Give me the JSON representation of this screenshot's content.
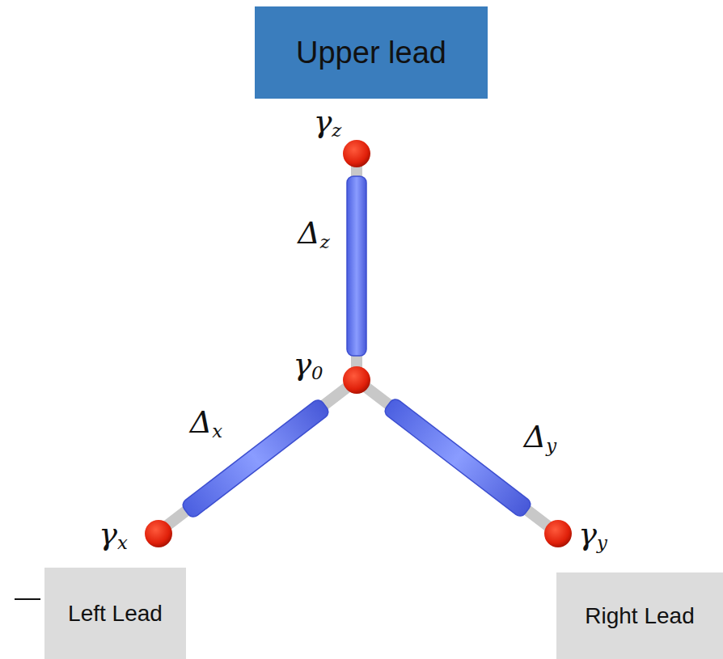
{
  "diagram": {
    "nodes": [
      {
        "text": [
          "Upper lead"
        ]
      },
      {
        "text": [
          "Left Lead"
        ]
      },
      {
        "text": [
          "Right Lead"
        ]
      }
    ],
    "labels": [
      "γz",
      "Δz",
      "γ0",
      "Δx",
      "Δy",
      "γx",
      "γy"
    ]
  }
}
